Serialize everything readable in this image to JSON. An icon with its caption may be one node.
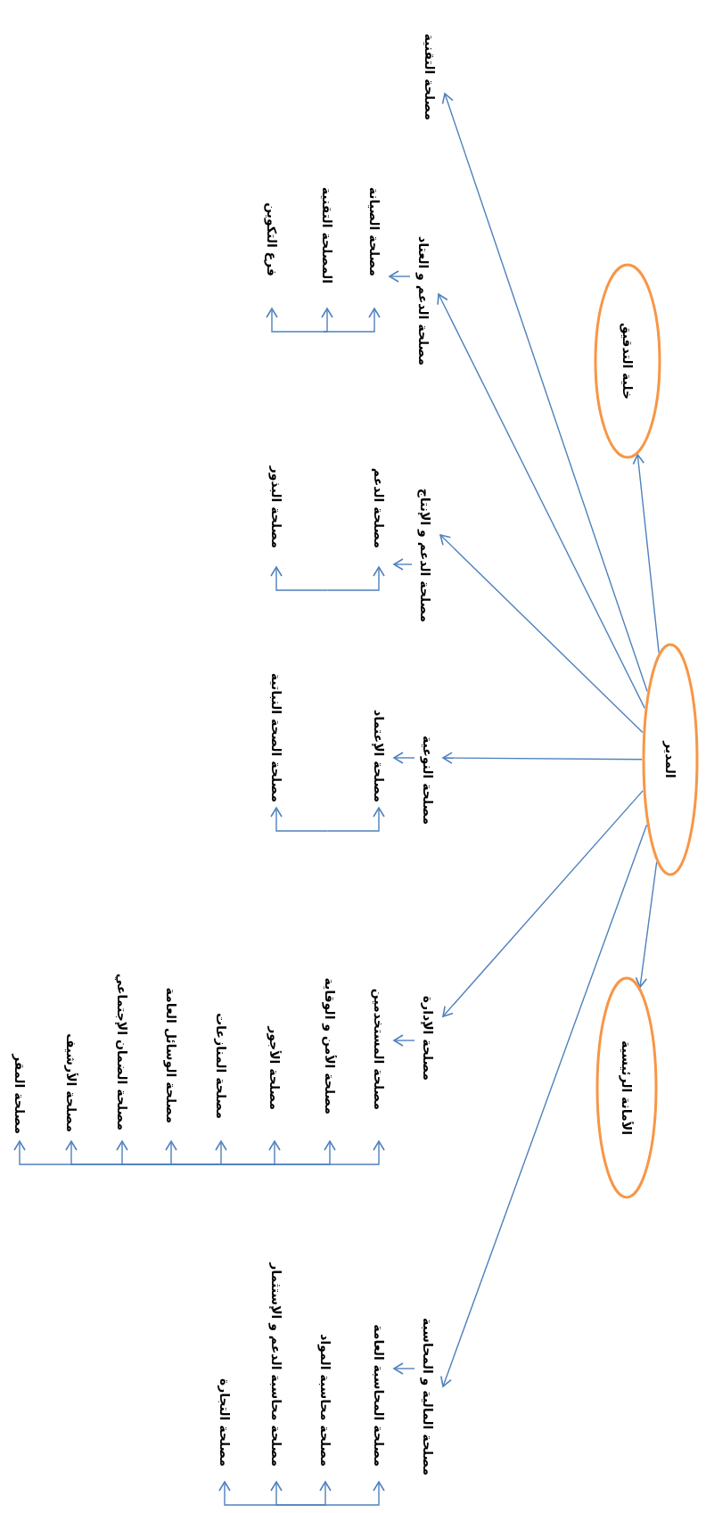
{
  "diagram": {
    "nodes": [
      {
        "text": [
          "المدير"
        ]
      },
      {
        "text": [
          "خلية التدقيق"
        ]
      },
      {
        "text": [
          "الأمانة الرئيسية"
        ]
      },
      {
        "text": [
          "مصلحة التقنية"
        ]
      },
      {
        "text": [
          "مصلحة الدعم و العتاد"
        ]
      },
      {
        "text": [
          "مصلحة الصيانة"
        ]
      },
      {
        "text": [
          "المصلحة التقنية"
        ]
      },
      {
        "text": [
          "فرع التكوين"
        ]
      },
      {
        "text": [
          "مصلحة الدعم و الإنتاج"
        ]
      },
      {
        "text": [
          "مصلحة الدعم"
        ]
      },
      {
        "text": [
          "مصلحة البذور"
        ]
      },
      {
        "text": [
          "مصلحة النوعية"
        ]
      },
      {
        "text": [
          "مصلحة الإعتماد"
        ]
      },
      {
        "text": [
          "مصلحة الصحة النباتية"
        ]
      },
      {
        "text": [
          "مصلحة الإدارة"
        ]
      },
      {
        "text": [
          "مصلحة المستخدمين"
        ]
      },
      {
        "text": [
          "مصلحة الأمن و الوقاية"
        ]
      },
      {
        "text": [
          "مصلحة الأجور"
        ]
      },
      {
        "text": [
          "مصلحة المنازعات"
        ]
      },
      {
        "text": [
          "مصلحة الوسائل العامة"
        ]
      },
      {
        "text": [
          "مصلحة الضمان الإجتماعي"
        ]
      },
      {
        "text": [
          "مصلحة الأرشيف"
        ]
      },
      {
        "text": [
          "مصلحة المقر"
        ]
      },
      {
        "text": [
          "مصلحة المالية و المحاسبة"
        ]
      },
      {
        "text": [
          "مصلحة المحاسبة العامة"
        ]
      },
      {
        "text": [
          "مصلحة محاسبة المواد"
        ]
      },
      {
        "text": [
          "مصلحة محاسبة الدعم و الإستثمار"
        ]
      },
      {
        "text": [
          "مصلحة التجارة"
        ]
      }
    ],
    "edges": [
      {
        "from": 0,
        "to": 1,
        "arrow": "to"
      },
      {
        "from": 0,
        "to": 2,
        "arrow": "to"
      },
      {
        "from": 0,
        "to": 3,
        "arrow": "to"
      },
      {
        "from": 0,
        "to": 4,
        "arrow": "to"
      },
      {
        "from": 0,
        "to": 8,
        "arrow": "to"
      },
      {
        "from": 0,
        "to": 11,
        "arrow": "to"
      },
      {
        "from": 0,
        "to": 14,
        "arrow": "to"
      },
      {
        "from": 0,
        "to": 23,
        "arrow": "to"
      },
      {
        "from": 4,
        "to": 5,
        "arrow": "to"
      },
      {
        "from": null,
        "to": 5,
        "arrow": "to"
      },
      {
        "from": null,
        "to": 6,
        "arrow": "to"
      },
      {
        "from": null,
        "to": 7,
        "arrow": "to"
      },
      {
        "from": 8,
        "to": 9,
        "arrow": "to"
      },
      {
        "from": null,
        "to": 9,
        "arrow": "to"
      },
      {
        "from": null,
        "to": 10,
        "arrow": "to"
      },
      {
        "from": 11,
        "to": 12,
        "arrow": "to"
      },
      {
        "from": null,
        "to": 12,
        "arrow": "to"
      },
      {
        "from": null,
        "to": 13,
        "arrow": "to"
      },
      {
        "from": 14,
        "to": 15,
        "arrow": "to"
      },
      {
        "from": null,
        "to": 15,
        "arrow": "to"
      },
      {
        "from": null,
        "to": 16,
        "arrow": "to"
      },
      {
        "from": null,
        "to": 17,
        "arrow": "to"
      },
      {
        "from": null,
        "to": 18,
        "arrow": "to"
      },
      {
        "from": null,
        "to": 19,
        "arrow": "to"
      },
      {
        "from": null,
        "to": 20,
        "arrow": "to"
      },
      {
        "from": null,
        "to": 21,
        "arrow": "to"
      },
      {
        "from": null,
        "to": 22,
        "arrow": "to"
      },
      {
        "from": 23,
        "to": 24,
        "arrow": "to"
      },
      {
        "from": null,
        "to": 24,
        "arrow": "to"
      },
      {
        "from": null,
        "to": 25,
        "arrow": "to"
      },
      {
        "from": null,
        "to": 26,
        "arrow": "to"
      },
      {
        "from": null,
        "to": 27,
        "arrow": "to"
      }
    ]
  }
}
